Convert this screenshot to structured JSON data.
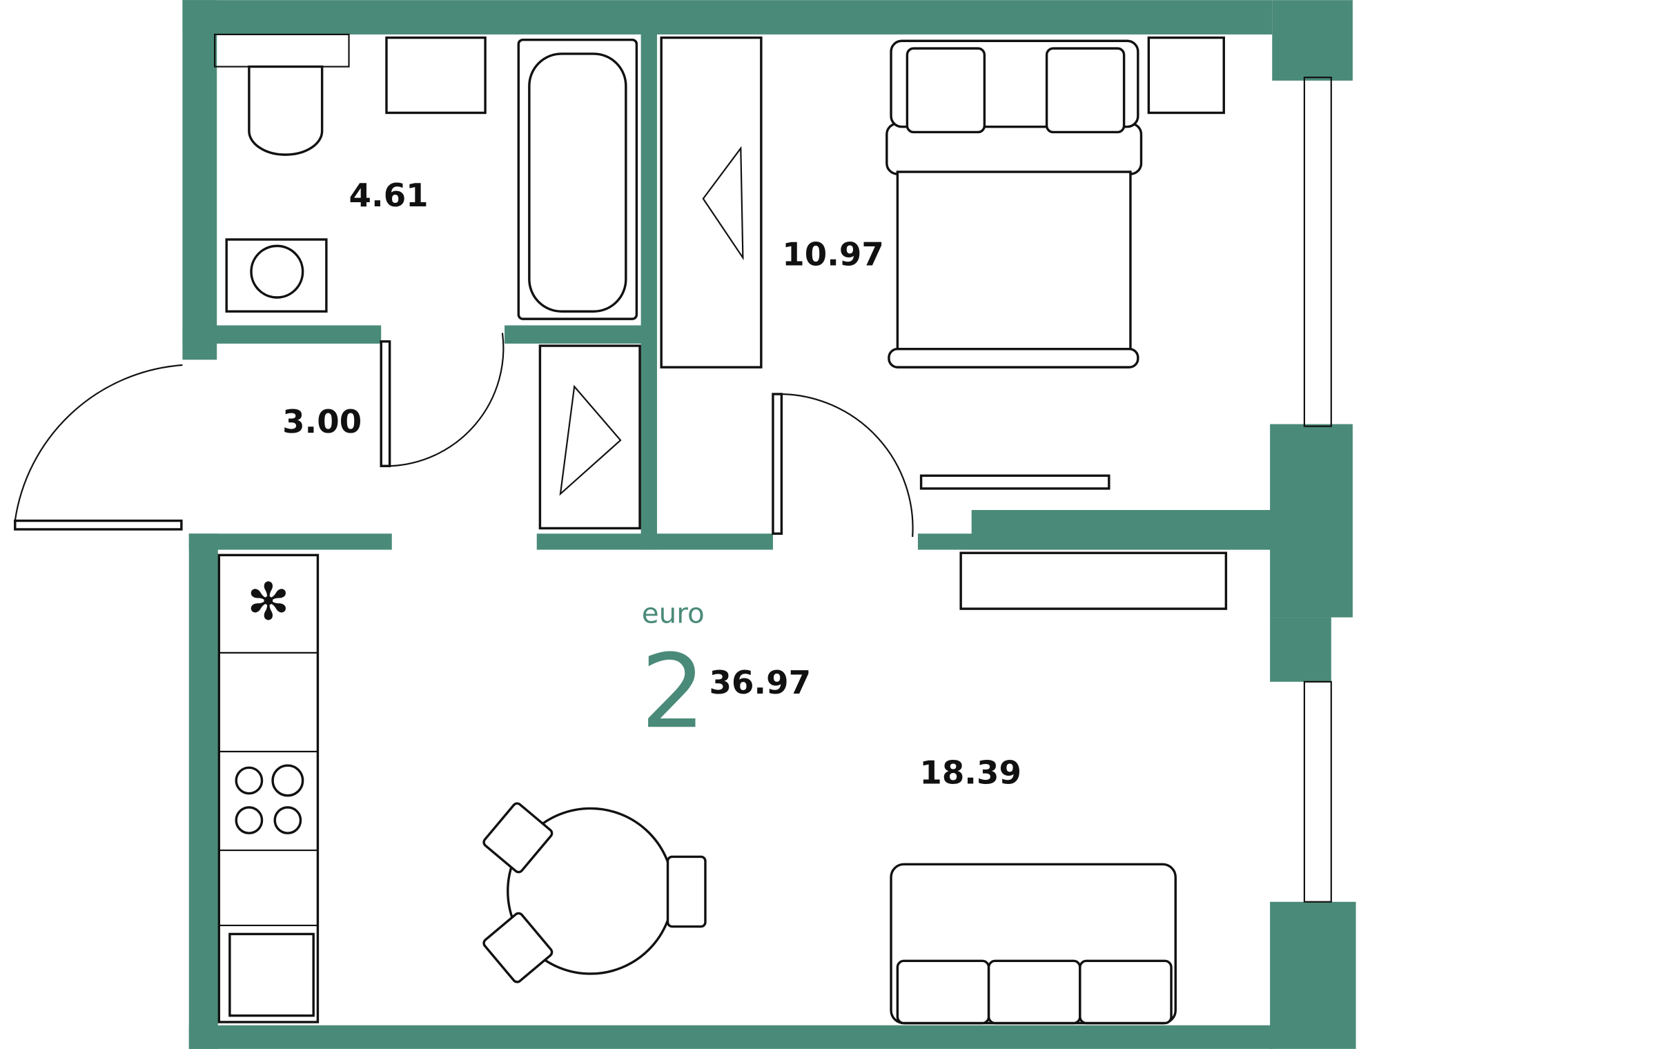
{
  "colors": {
    "wall": "#4a8a78",
    "line": "#111111"
  },
  "plan": {
    "type_label": "euro",
    "rooms_count": "2",
    "total_area": "36.97",
    "rooms": [
      {
        "name": "bathroom",
        "area": "4.61"
      },
      {
        "name": "bedroom",
        "area": "10.97"
      },
      {
        "name": "hallway",
        "area": "3.00"
      },
      {
        "name": "living-kitchen",
        "area": "18.39"
      }
    ]
  }
}
